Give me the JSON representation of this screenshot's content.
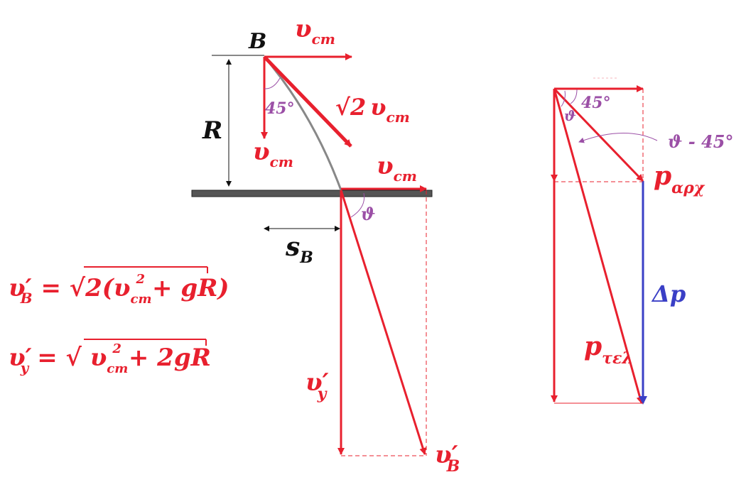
{
  "colors": {
    "vector": "#e8202e",
    "angle": "#9b4fa6",
    "delta": "#3a3fc6",
    "ground": "#555555",
    "text": "#111111"
  },
  "labels": {
    "point_B": "B",
    "radius_R": "R",
    "displacement": "s",
    "displacement_sub": "B",
    "v_cm": "υ",
    "v_cm_sub": "cm",
    "sqrt2": "√2",
    "angle_45": "45°",
    "theta": "ϑ",
    "theta_minus_45": "ϑ - 45°",
    "vy_prime": "υ′",
    "vy_sub": "y",
    "vB_prime": "υ′",
    "vB_sub": "B",
    "p_initial": "p",
    "p_initial_sub": "αρχ",
    "p_final": "p",
    "p_final_sub": "τελ",
    "delta_p": "Δp"
  },
  "equations": {
    "vB_lhs": "υ′",
    "vB_lhs_sub": "B",
    "vB_rhs": "= √2(υ",
    "vB_rhs_sub": "cm",
    "vB_rhs_sup": "2",
    "vB_rhs_tail": "+ gR)",
    "vy_lhs": "υ′",
    "vy_lhs_sub": "y",
    "vy_rhs": "= √ υ",
    "vy_rhs_sub": "cm",
    "vy_rhs_sup": "2",
    "vy_rhs_tail": "+ 2gR"
  }
}
